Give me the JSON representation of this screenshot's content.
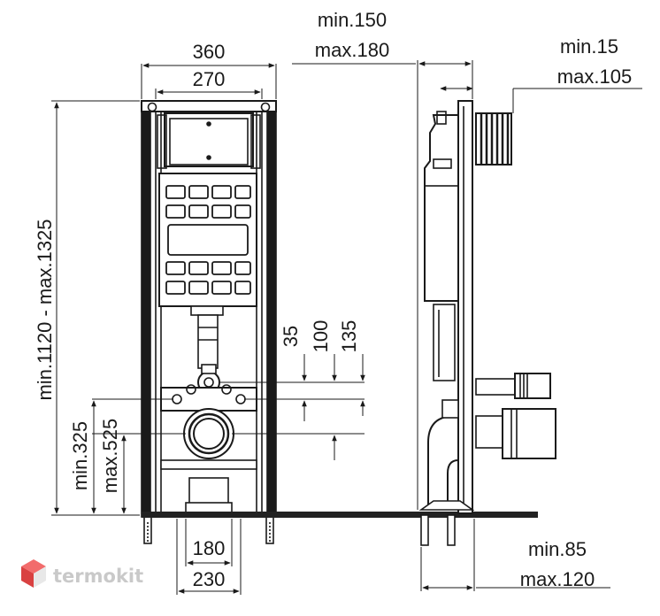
{
  "dimensions": {
    "width_outer": "360",
    "width_inner": "270",
    "height_range": "min.1120 - max.1325",
    "depth_min": "min.150",
    "depth_max": "max.180",
    "flush_min": "min.15",
    "flush_max": "max.105",
    "offset_35": "35",
    "offset_100": "100",
    "offset_135": "135",
    "drain_min": "min.325",
    "drain_max": "max.525",
    "feet_inner": "180",
    "feet_outer": "230",
    "leg_min": "min.85",
    "leg_max": "max.120"
  },
  "watermark": {
    "text": "termokit",
    "colors": {
      "top": "#f26c6c",
      "left": "#d94141",
      "right": "#e8e8e8"
    }
  },
  "colors": {
    "line": "#1a1a1a",
    "floor": "#222222"
  }
}
